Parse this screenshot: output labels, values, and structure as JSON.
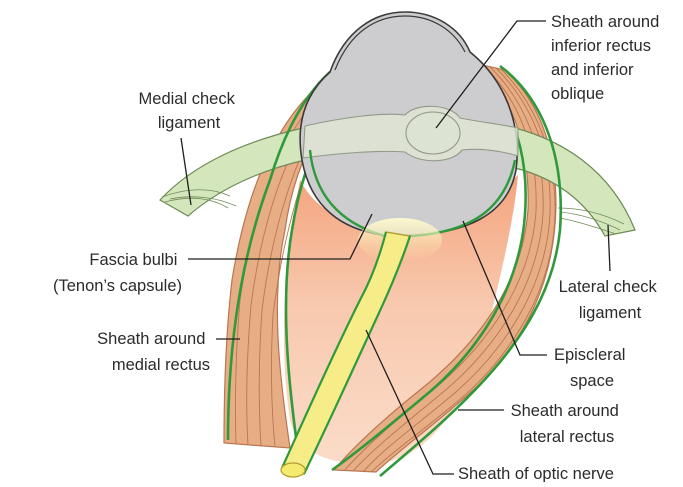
{
  "labels": {
    "inferior_sheath": [
      "Sheath around",
      "inferior rectus",
      "and inferior",
      "oblique"
    ],
    "medial_check": [
      "Medial check",
      "ligament"
    ],
    "fascia_bulbi": [
      "Fascia bulbi",
      "(Tenon’s capsule)"
    ],
    "lateral_check": [
      "Lateral check",
      "ligament"
    ],
    "medial_sheath": [
      "Sheath around",
      "medial rectus"
    ],
    "episcleral": [
      "Episcleral",
      "space"
    ],
    "lateral_sheath": [
      "Sheath around",
      "lateral rectus"
    ],
    "optic_sheath": [
      "Sheath of optic nerve"
    ]
  },
  "colors": {
    "eyeball": "#cdcdcf",
    "cornea": "#d0d0d2",
    "outline": "#3a3a3a",
    "fascia": "#2e9a3c",
    "muscle": "#e7ad84",
    "muscle_dark": "#b97652",
    "ligament": "#d4e6bb",
    "ligament_line": "#6f8a57",
    "fat": "#f7c6ab",
    "optic_nerve": "#f6ed88",
    "optic_edge": "#b49c2c",
    "leader": "#1f1f1f"
  }
}
